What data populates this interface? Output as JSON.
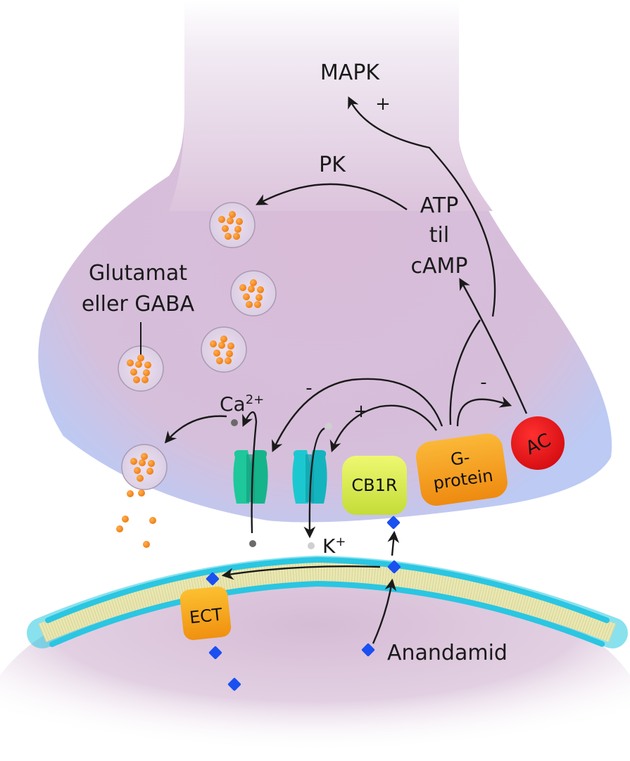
{
  "labels": {
    "mapk": "MAPK",
    "mapk_sign": "+",
    "pk": "PK",
    "atp_line1": "ATP",
    "atp_line2": "til",
    "atp_line3": "cAMP",
    "glutamate_line1": "Glutamat",
    "glutamate_line2": "eller GABA",
    "calcium": "Ca",
    "calcium_charge": "2+",
    "potassium": "K",
    "potassium_charge": "+",
    "ca_channel_sign": "-",
    "k_channel_sign": "+",
    "ac_sign": "-",
    "anandamide": "Anandamid"
  },
  "proteins": {
    "cb1r": "CB1R",
    "gprotein_line1": "G-",
    "gprotein_line2": "protein",
    "ac": "AC",
    "ect": "ECT"
  },
  "colors": {
    "cytoplasm": "#dcc4dc",
    "membrane_edge": "#b8c8f4",
    "vesicle_content": "#f28a1c",
    "cb1r": "#d8ec4a",
    "gprotein": "#f7a21e",
    "ac": "#e8141a",
    "ect": "#f6a81a",
    "ca_channel": "#1ec89a",
    "k_channel": "#1cc8d0",
    "anandamide": "#1a50f0",
    "bilayer_head": "#28c8e0",
    "bilayer_tail": "#e8e4a0"
  }
}
